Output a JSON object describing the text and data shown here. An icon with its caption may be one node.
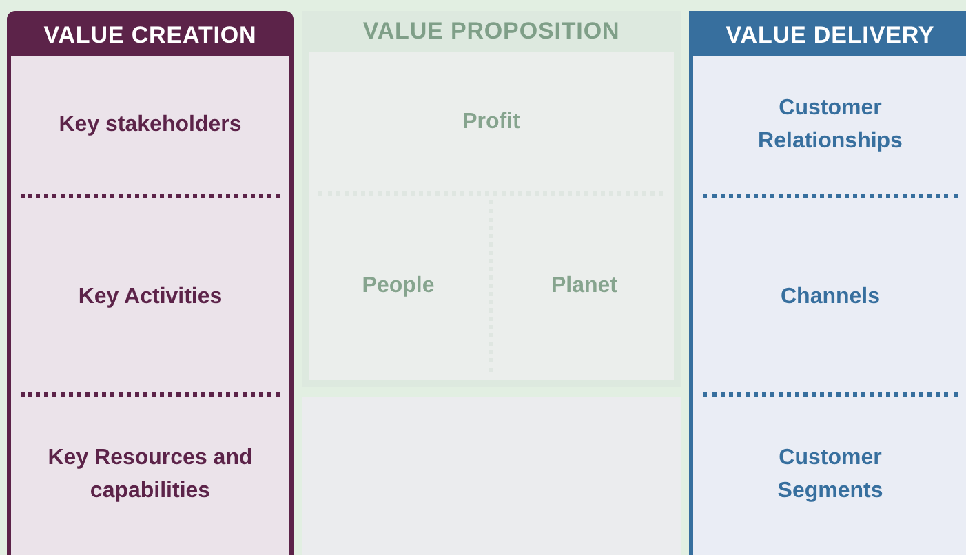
{
  "diagram": {
    "nodes": [
      {
        "text": [
          "VALUE CREATION"
        ]
      },
      {
        "text": [
          "Key stakeholders"
        ],
        "in": 0
      },
      {
        "text": [
          "Key Activities"
        ],
        "in": 0
      },
      {
        "text": [
          "Key Resources and capabilities"
        ],
        "in": 0
      },
      {
        "text": [
          "VALUE PROPOSITION"
        ]
      },
      {
        "text": [
          "Profit"
        ],
        "in": 4
      },
      {
        "text": [
          "People"
        ],
        "in": 4
      },
      {
        "text": [
          "Planet"
        ],
        "in": 4
      },
      {
        "text": [],
        "shape": "box"
      },
      {
        "text": [
          "VALUE DELIVERY"
        ]
      },
      {
        "text": [
          "Customer Relationships"
        ],
        "in": 9
      },
      {
        "text": [
          "Channels"
        ],
        "in": 9
      },
      {
        "text": [
          "Customer Segments"
        ],
        "in": 9
      }
    ]
  }
}
